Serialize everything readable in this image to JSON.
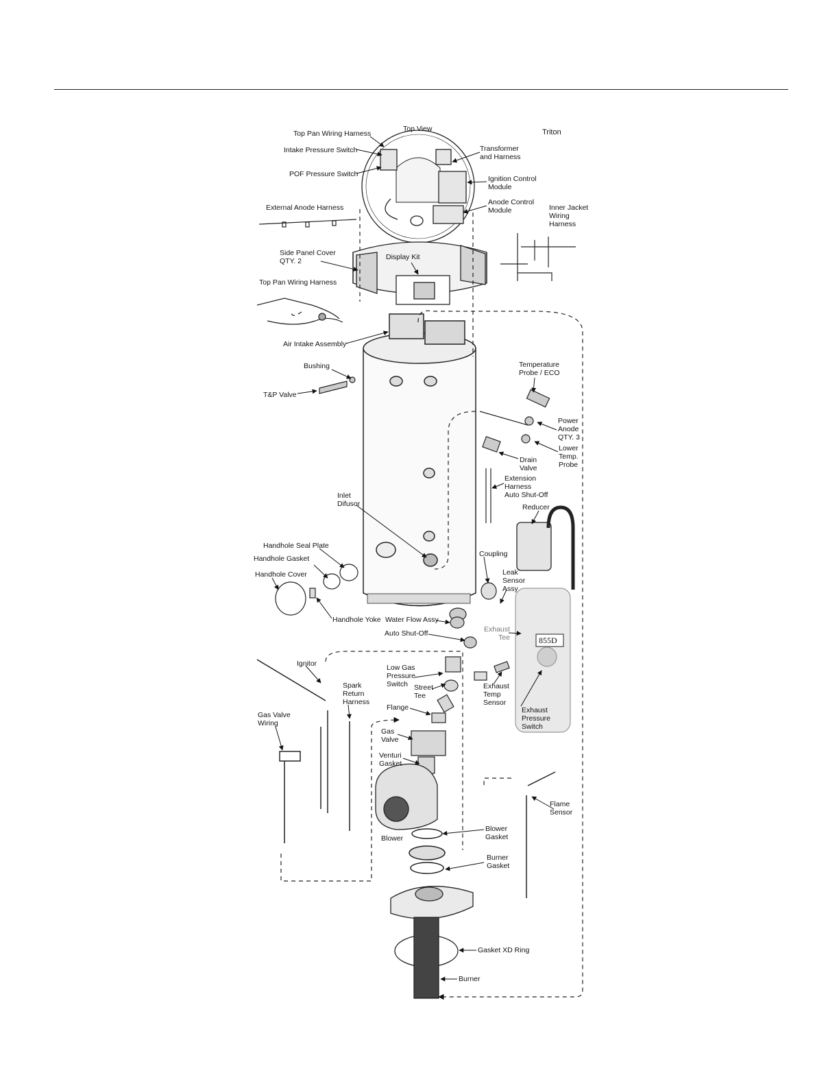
{
  "brand": "Triton",
  "top_view": "Top View",
  "labels": {
    "top_pan_wiring_harness_1": "Top Pan Wiring Harness",
    "intake_pressure_switch": "Intake Pressure Switch",
    "pof_pressure_switch": "POF Pressure Switch",
    "transformer_and_harness": "Transformer\nand Harness",
    "ignition_control_module": "Ignition Control\nModule",
    "anode_control_module": "Anode Control\nModule",
    "external_anode_harness": "External Anode Harness",
    "inner_jacket_wiring_harness": "Inner Jacket\nWiring\nHarness",
    "side_panel_cover": "Side Panel Cover\nQTY. 2",
    "display_kit": "Display Kit",
    "top_pan_wiring_harness_2": "Top Pan Wiring Harness",
    "air_intake_assembly": "Air Intake Assembly",
    "bushing": "Bushing",
    "tp_valve": "T&P Valve",
    "temperature_probe_eco": "Temperature\nProbe / ECO",
    "power_anode": "Power\nAnode\nQTY. 3",
    "lower_temp_probe": "Lower\nTemp.\nProbe",
    "drain_valve": "Drain\nValve",
    "extension_harness": "Extension\nHarness\nAuto Shut-Off",
    "reducer": "Reducer",
    "inlet_difusor": "Inlet\nDifusor",
    "handhole_seal_plate": "Handhole Seal Plate",
    "handhole_gasket": "Handhole Gasket",
    "handhole_cover": "Handhole Cover",
    "handhole_yoke": "Handhole Yoke",
    "coupling": "Coupling",
    "leak_sensor_assy": "Leak\nSensor\nAssy",
    "water_flow_assy": "Water Flow Assy",
    "auto_shut_off": "Auto Shut-Off",
    "exhaust_tee": "Exhaust\nTee",
    "exhaust_tee_code": "855D",
    "ignitor": "Ignitor",
    "spark_return_harness": "Spark\nReturn\nHarness",
    "low_gas_pressure_switch": "Low Gas\nPressure\nSwitch",
    "street_tee": "Street\nTee",
    "flange": "Flange",
    "exhaust_temp_sensor": "Exhaust\nTemp\nSensor",
    "exhaust_pressure_switch": "Exhaust\nPressure\nSwitch",
    "gas_valve_wiring": "Gas Valve\nWiring",
    "gas_valve": "Gas\nValve",
    "venturi_gasket": "Venturi\nGasket",
    "flame_sensor": "Flame\nSensor",
    "blower": "Blower",
    "blower_gasket": "Blower\nGasket",
    "burner_gasket": "Burner\nGasket",
    "gasket_xd_ring": "Gasket XD Ring",
    "burner": "Burner"
  }
}
